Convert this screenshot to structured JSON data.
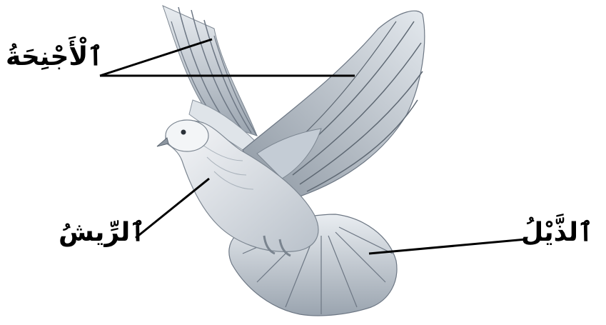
{
  "labels": {
    "wings": "ٱلْأَجْنِحَةُ",
    "feathers": "ٱلرِّيشُ",
    "tail": "ٱلذَّيْلُ"
  },
  "colors": {
    "line": "#000000",
    "bird_light": "#f2f4f6",
    "bird_mid": "#c9d0d8",
    "bird_dark": "#6d7784"
  }
}
